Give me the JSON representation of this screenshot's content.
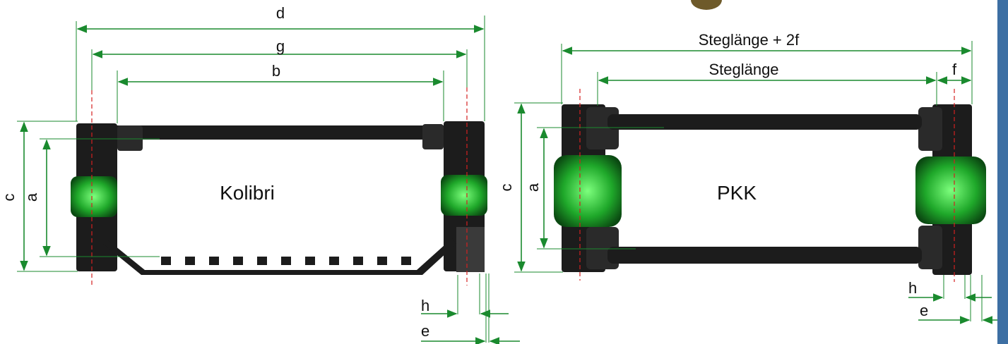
{
  "diagram": {
    "left": {
      "name": "Kolibri",
      "dims": {
        "d": "d",
        "g": "g",
        "b": "b",
        "c": "c",
        "a": "a",
        "h": "h",
        "e": "e"
      }
    },
    "right": {
      "name": "PKK",
      "dims": {
        "top": "Steglänge + 2f",
        "stem": "Steglänge",
        "f": "f",
        "c": "c",
        "a": "a",
        "h": "h",
        "e": "e"
      }
    },
    "colors": {
      "dimension": "#1a8a2e",
      "centerline": "#d42020",
      "part": "#1c1c1c",
      "highlight": "#2fc43a"
    }
  }
}
